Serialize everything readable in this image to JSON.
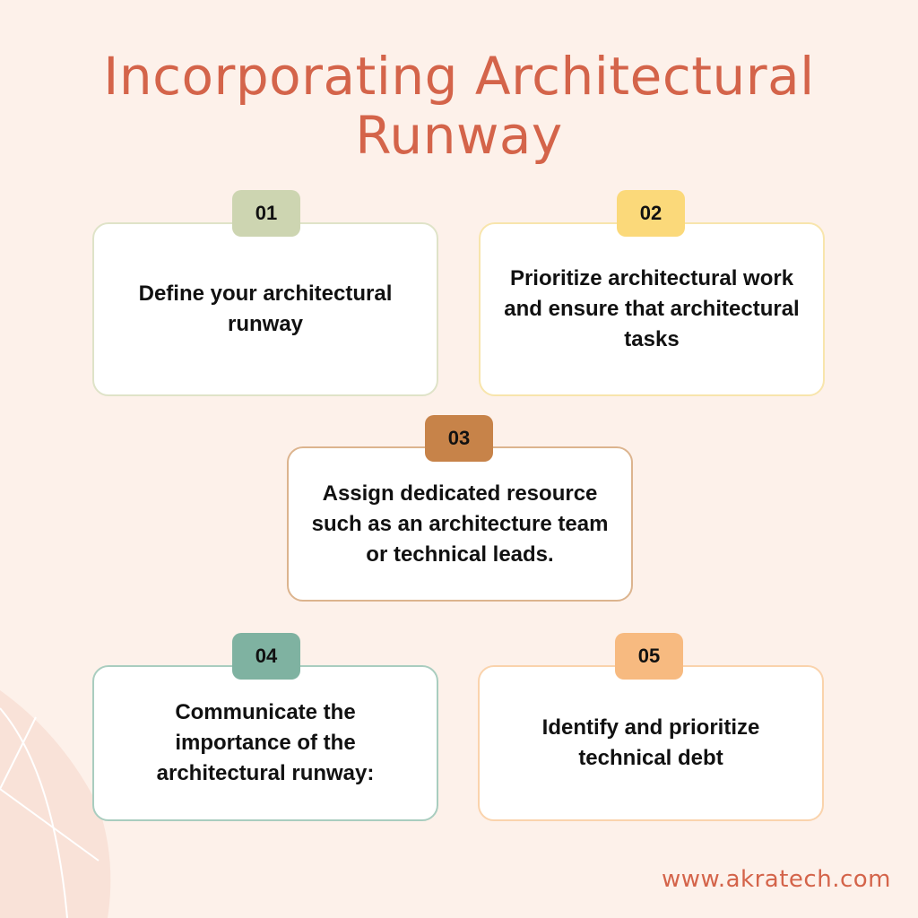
{
  "title": {
    "line1": "Incorporating Architectural",
    "line2": "Runway"
  },
  "steps": [
    {
      "number": "01",
      "text": "Define your architectural runway",
      "color": "#cdd5b1"
    },
    {
      "number": "02",
      "text": "Prioritize architectural work and ensure that architectural tasks",
      "color": "#fbd97a"
    },
    {
      "number": "03",
      "text": "Assign dedicated resource such as an architecture team or technical leads.",
      "color": "#c78349"
    },
    {
      "number": "04",
      "text": "Communicate the importance of the architectural runway:",
      "color": "#7fb2a1"
    },
    {
      "number": "05",
      "text": "Identify and prioritize technical debt",
      "color": "#f7ba80"
    }
  ],
  "footer": {
    "website": "www.akratech.com"
  },
  "colors": {
    "background": "#fdf1ea",
    "accent": "#d4644a"
  }
}
